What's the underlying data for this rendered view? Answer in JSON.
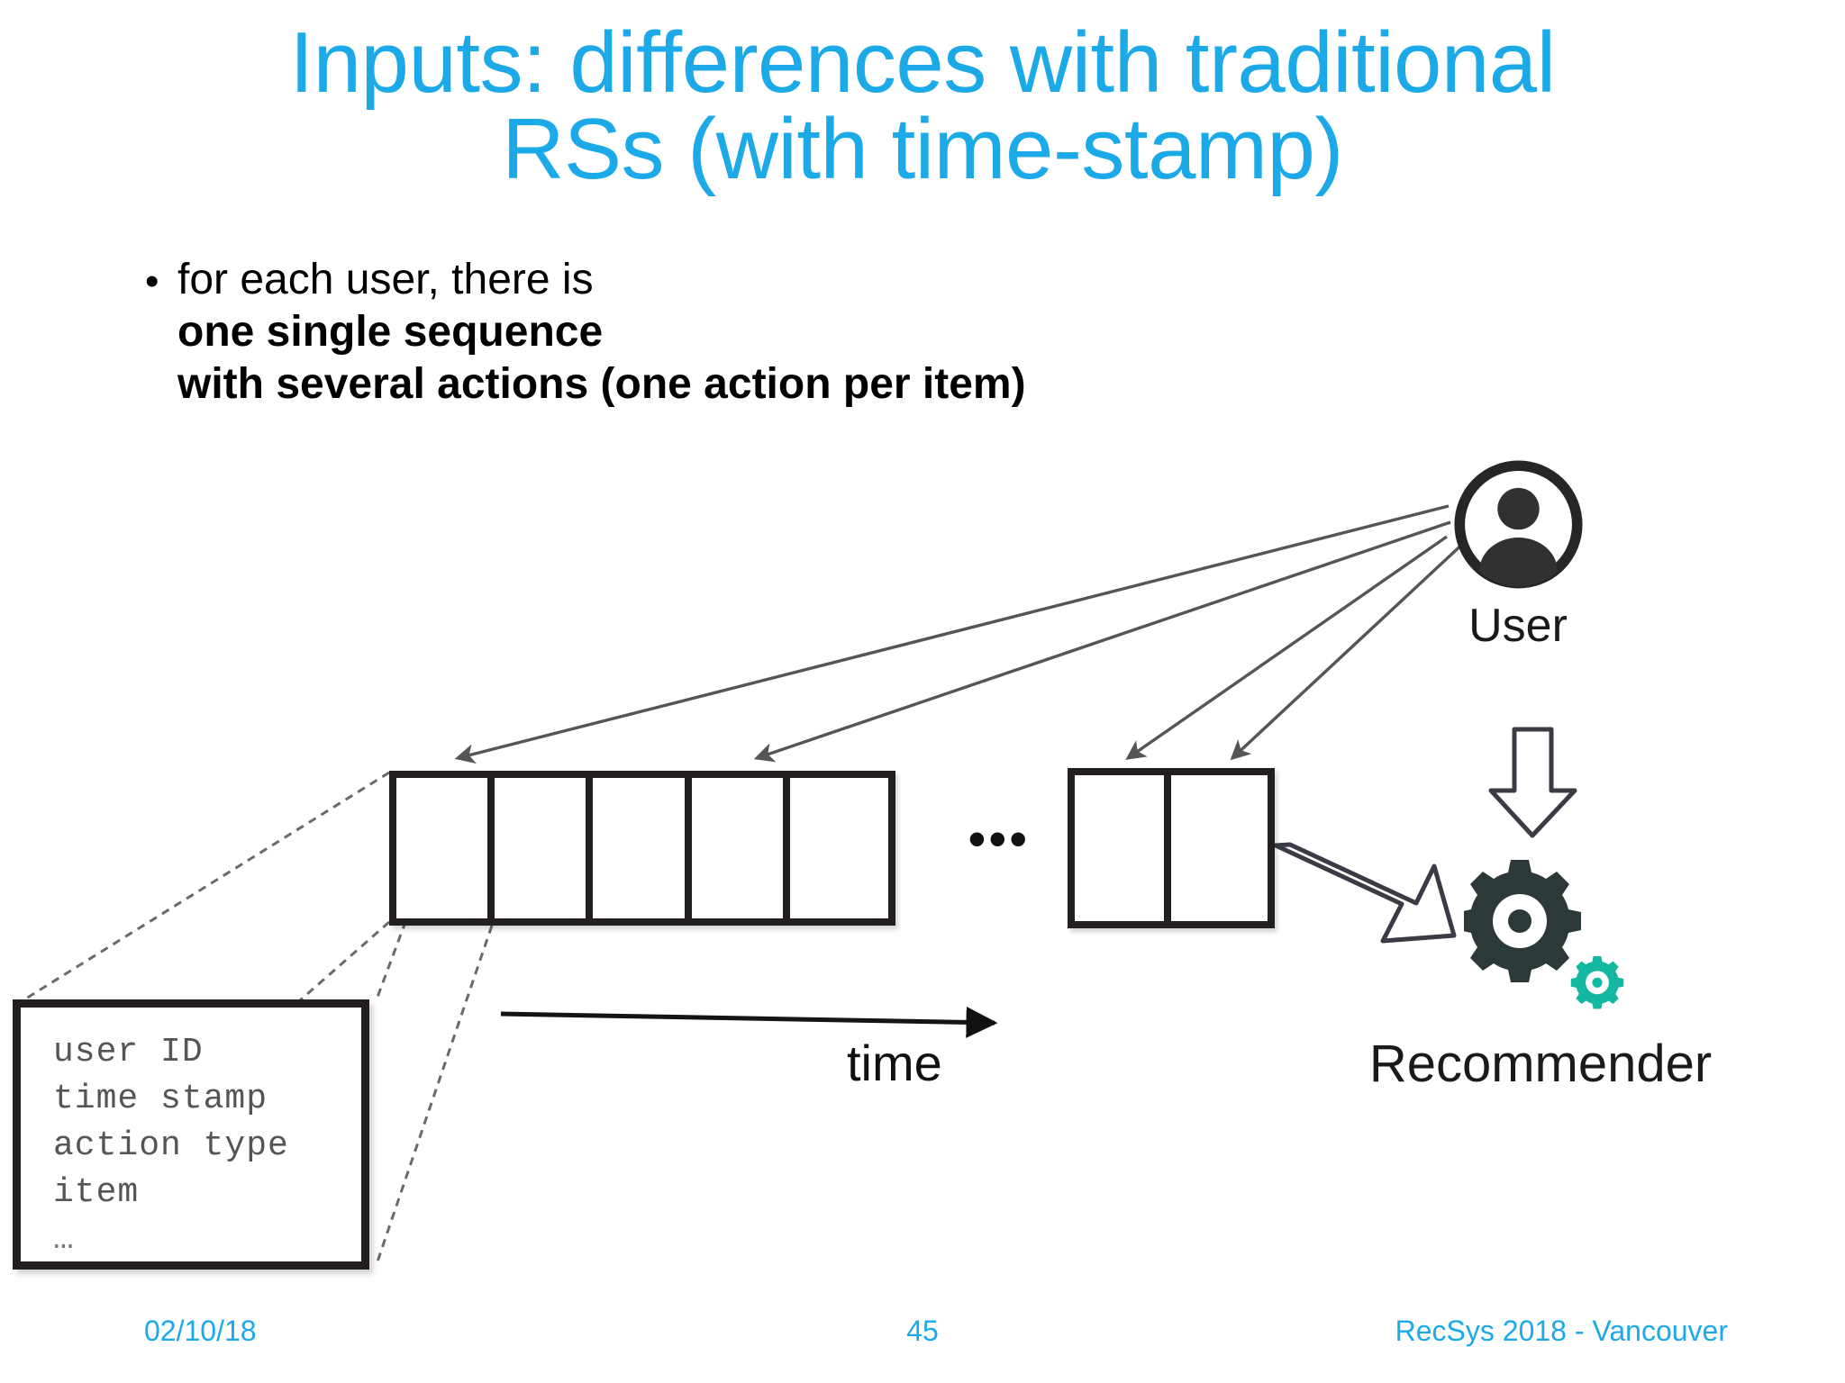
{
  "slide": {
    "title_lines": [
      "Inputs: differences with traditional",
      "RSs (with time-stamp)"
    ],
    "title_color": "#1CA9E8",
    "background_color": "#FFFFFF"
  },
  "body": {
    "bullet_glyph": "•",
    "lines": [
      {
        "text": "for each user, there is",
        "weight": "regular"
      },
      {
        "text": "one single sequence",
        "weight": "bold"
      },
      {
        "text": "with several actions (one action per item)",
        "weight": "bold"
      }
    ]
  },
  "diagram": {
    "sequence_main": {
      "label": "one single sequence",
      "cell_count": 5,
      "cells": [
        "",
        "",
        "",
        "",
        ""
      ]
    },
    "sequence_tail": {
      "cell_count": 2,
      "cells": [
        "",
        ""
      ]
    },
    "ellipsis": "•••",
    "detail_panel": {
      "fields": [
        "user ID",
        "time stamp",
        "action type",
        "item"
      ],
      "continuation": "…"
    },
    "time_axis": {
      "label": "time",
      "direction": "left-to-right"
    },
    "user": {
      "label": "User",
      "icon": "user-avatar-icon",
      "arrow_count": 4
    },
    "recommender": {
      "label": "Recommender",
      "icon_primary": "gear-icon",
      "icon_secondary": "small-gear-icon",
      "gear_primary_color": "#2B3A38",
      "gear_secondary_color": "#14B8A0",
      "down_arrow": "hollow-down-arrow-icon",
      "feed_arrow": "hollow-right-arrow-icon"
    }
  },
  "footer": {
    "date": "02/10/18",
    "page_number": "45",
    "event": "RecSys 2018 - Vancouver",
    "color": "#1CA9E8"
  }
}
